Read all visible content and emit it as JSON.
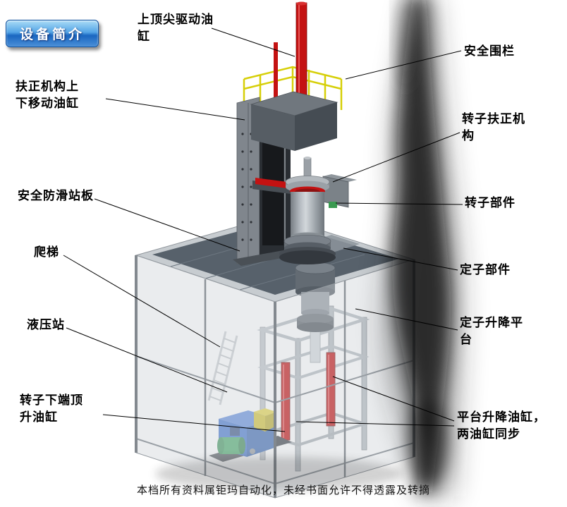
{
  "badge": {
    "label": "设备简介"
  },
  "footer": {
    "text": "本档所有资料属钜玛自动化，未经书面允许不得透露及转摘"
  },
  "labels": [
    {
      "id": "top-tip-drive-cylinder",
      "text": "上顶尖驱动油\n缸"
    },
    {
      "id": "safety-fence",
      "text": "安全围栏"
    },
    {
      "id": "centering-updown-cylinder",
      "text": "扶正机构上\n下移动油缸"
    },
    {
      "id": "rotor-centering-mechanism",
      "text": "转子扶正机\n构"
    },
    {
      "id": "antislip-standing-plate",
      "text": "安全防滑站板"
    },
    {
      "id": "rotor-component",
      "text": "转子部件"
    },
    {
      "id": "ladder",
      "text": "爬梯"
    },
    {
      "id": "stator-component",
      "text": "定子部件"
    },
    {
      "id": "hydraulic-station",
      "text": "液压站"
    },
    {
      "id": "stator-lift-platform",
      "text": "定子升降平\n台"
    },
    {
      "id": "rotor-bottom-jack-cylinder",
      "text": "转子下端顶\n升油缸"
    },
    {
      "id": "platform-lift-cylinders",
      "text": "平台升降油缸，\n两油缸同步"
    }
  ],
  "colors": {
    "badge_blue": "#1a66c0",
    "cylinder_red": "#c41212",
    "railing_yellow": "#d6cf08",
    "hydraulic_blue": "#2f66c8",
    "motor_green": "#37a05a",
    "plate_gray": "#57616b"
  }
}
